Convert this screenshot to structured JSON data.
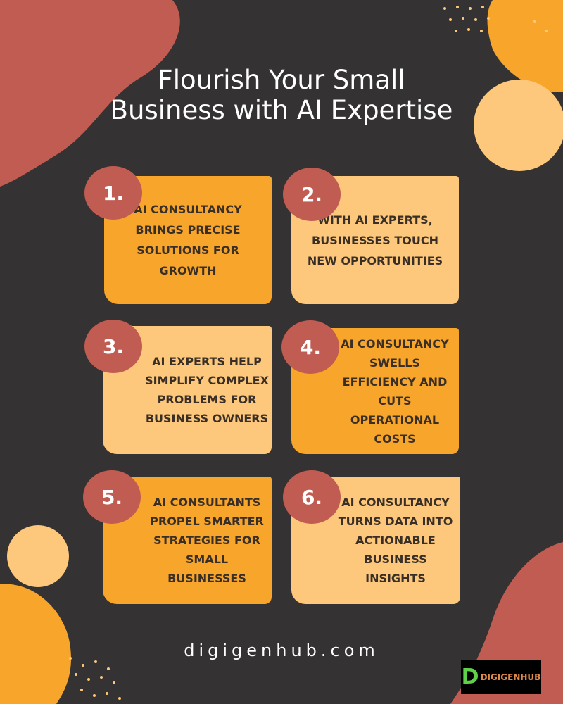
{
  "title": "Flourish Your Small Business with AI Expertise",
  "colors": {
    "background": "#343232",
    "coral": "#c15c52",
    "orange": "#f7a52b",
    "light_orange": "#fdc87b"
  },
  "items": [
    {
      "number": "1.",
      "text": "AI CONSULTANCY BRINGS PRECISE SOLUTIONS FOR GROWTH"
    },
    {
      "number": "2.",
      "text": "WITH AI EXPERTS, BUSINESSES TOUCH NEW OPPORTUNITIES"
    },
    {
      "number": "3.",
      "text": "AI EXPERTS HELP SIMPLIFY COMPLEX PROBLEMS FOR BUSINESS OWNERS"
    },
    {
      "number": "4.",
      "text": "AI CONSULTANCY SWELLS EFFICIENCY AND CUTS OPERATIONAL COSTS"
    },
    {
      "number": "5.",
      "text": "AI CONSULTANTS PROPEL SMARTER STRATEGIES FOR SMALL BUSINESSES"
    },
    {
      "number": "6.",
      "text": "AI CONSULTANCY TURNS DATA INTO ACTIONABLE BUSINESS INSIGHTS"
    }
  ],
  "footer": {
    "website": "digigenhub.com",
    "logo_text": "DIGIGENHUB"
  }
}
